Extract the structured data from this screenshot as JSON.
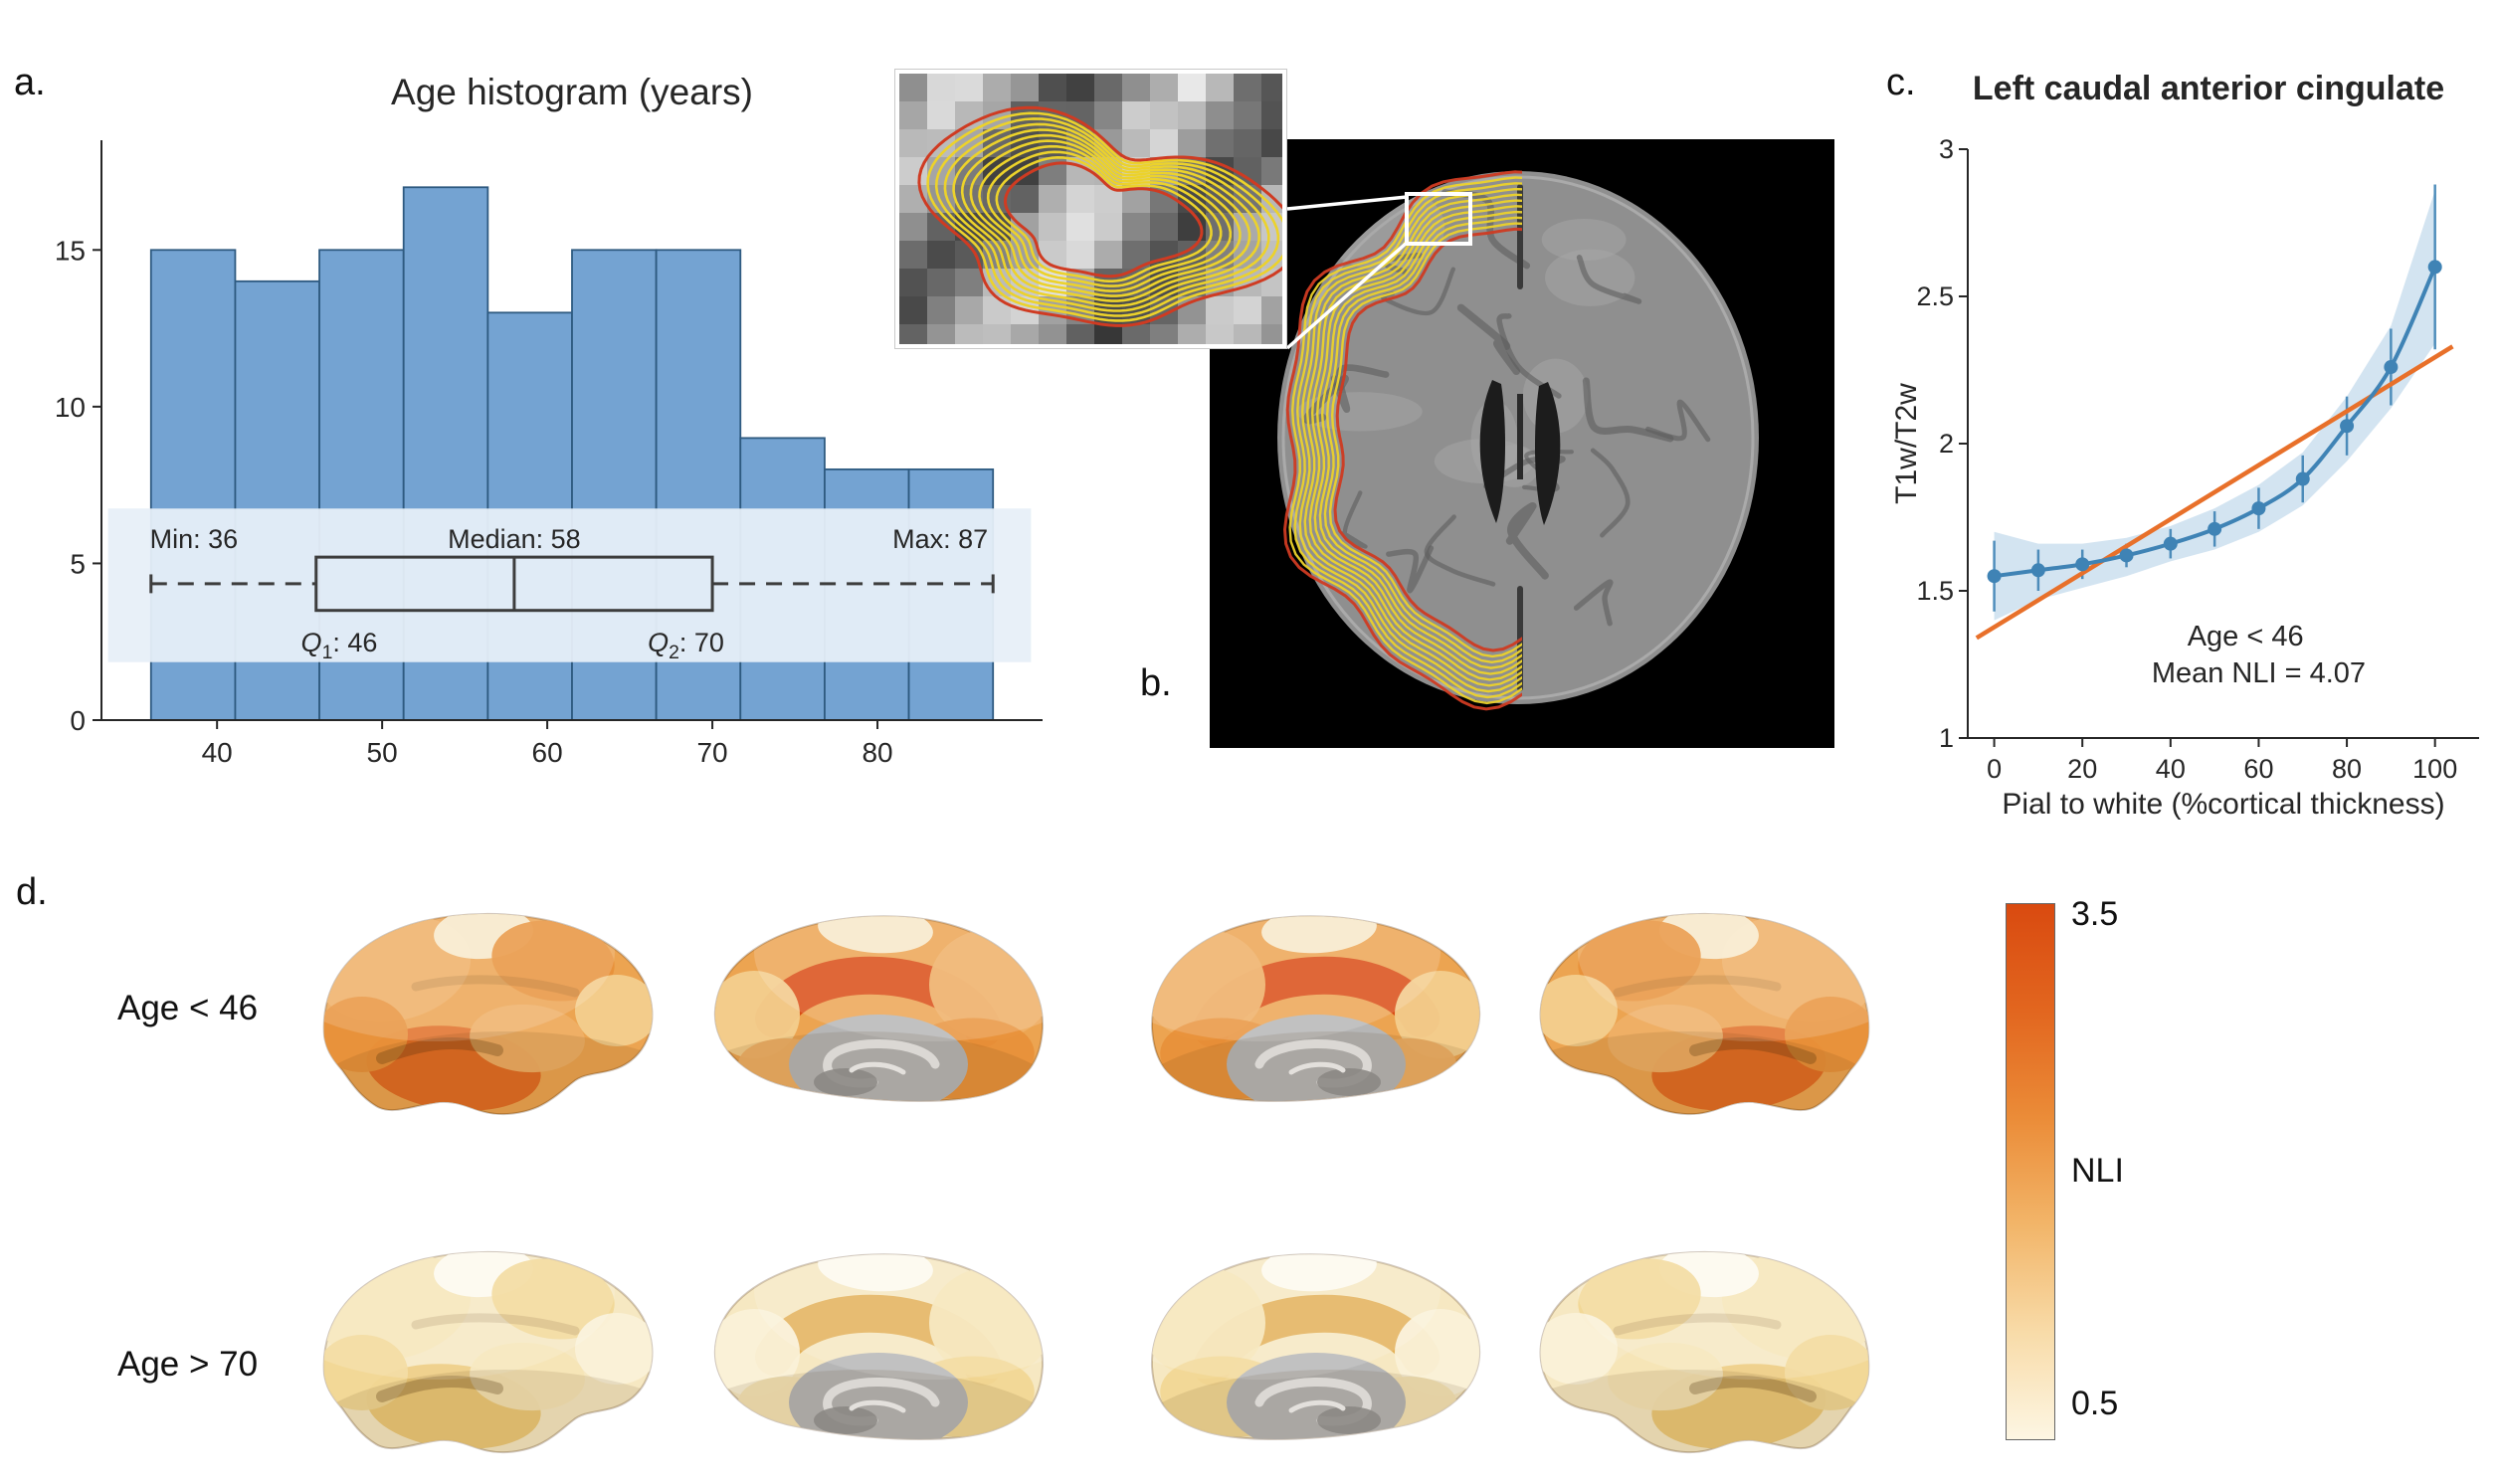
{
  "figure": {
    "background": "#ffffff",
    "panel_labels": {
      "a": "a.",
      "b": "b.",
      "c": "c.",
      "d": "d."
    }
  },
  "chart_data": [
    {
      "panel": "a",
      "type": "bar",
      "title": "Age histogram (years)",
      "bin_edges": [
        36,
        41.1,
        46.2,
        51.3,
        56.4,
        61.5,
        66.6,
        71.7,
        76.8,
        81.9,
        87
      ],
      "counts": [
        15,
        14,
        15,
        17,
        13,
        15,
        15,
        9,
        8,
        8
      ],
      "xlim": [
        33,
        90
      ],
      "ylim": [
        0,
        18.5
      ],
      "x_ticks": [
        40,
        50,
        60,
        70,
        80
      ],
      "y_ticks": [
        0,
        5,
        10,
        15
      ],
      "bar_fill": "#74a3d2",
      "bar_edge": "#2e5a80",
      "boxplot": {
        "min": 36,
        "q1": 46,
        "median": 58,
        "q3": 70,
        "max": 87,
        "band_fill": "#e7eff8",
        "labels": {
          "min": "Min: 36",
          "median": "Median: 58",
          "max": "Max: 87",
          "q1": "Q_1: 46",
          "q2": "Q_2: 70"
        }
      }
    },
    {
      "panel": "c",
      "type": "line",
      "title": "Left caudal anterior cingulate",
      "xlabel": "Pial to white (%cortical thickness)",
      "ylabel": "T1w/T2w",
      "xlim": [
        -6,
        110
      ],
      "ylim": [
        1,
        3
      ],
      "x_ticks": [
        0,
        20,
        40,
        60,
        80,
        100
      ],
      "y_ticks": [
        1,
        1.5,
        2,
        2.5,
        3
      ],
      "x": [
        0,
        10,
        20,
        30,
        40,
        50,
        60,
        70,
        80,
        90,
        100
      ],
      "mean": [
        1.55,
        1.57,
        1.59,
        1.62,
        1.66,
        1.71,
        1.78,
        1.88,
        2.06,
        2.26,
        2.6
      ],
      "err": [
        0.12,
        0.07,
        0.05,
        0.04,
        0.05,
        0.06,
        0.07,
        0.08,
        0.1,
        0.13,
        0.28
      ],
      "band_upper": [
        1.7,
        1.66,
        1.66,
        1.68,
        1.72,
        1.78,
        1.86,
        1.97,
        2.16,
        2.4,
        2.86
      ],
      "band_lower": [
        1.4,
        1.47,
        1.51,
        1.55,
        1.6,
        1.64,
        1.7,
        1.79,
        1.94,
        2.12,
        2.34
      ],
      "fit_line": {
        "x": [
          -4,
          104
        ],
        "y": [
          1.34,
          2.33
        ],
        "color": "#e8702a"
      },
      "series_color": "#3f83b5",
      "band_color": "#aecde6",
      "annotations": [
        {
          "text": "Age < 46",
          "x": 57,
          "y": 1.315
        },
        {
          "text": "Mean NLI = 4.07",
          "x": 60,
          "y": 1.19
        }
      ]
    }
  ],
  "panel_b": {
    "background": "#000000",
    "contour_color": "#ecd22b",
    "boundary_color": "#cf3b22",
    "inset_border": "#ffffff"
  },
  "panel_d": {
    "row_labels": [
      "Age < 46",
      "Age > 70"
    ],
    "colorbar": {
      "label": "NLI",
      "max_label": "3.5",
      "min_label": "0.5",
      "gradient_top_to_bottom": [
        "#d94a10",
        "#e2661f",
        "#eb8c38",
        "#f2b569",
        "#f8dba8",
        "#fdf6e3"
      ]
    },
    "palettes": {
      "young": {
        "base": "#eca451",
        "shades": [
          "#f8ecd0",
          "#f3cf8e",
          "#efb066",
          "#e8913a",
          "#e06a22",
          "#d94a12"
        ]
      },
      "old": {
        "base": "#f6e8c2",
        "shades": [
          "#fdfaf0",
          "#faf1d8",
          "#f6e5b6",
          "#f1d795",
          "#ebc775",
          "#e3b057"
        ]
      }
    }
  }
}
